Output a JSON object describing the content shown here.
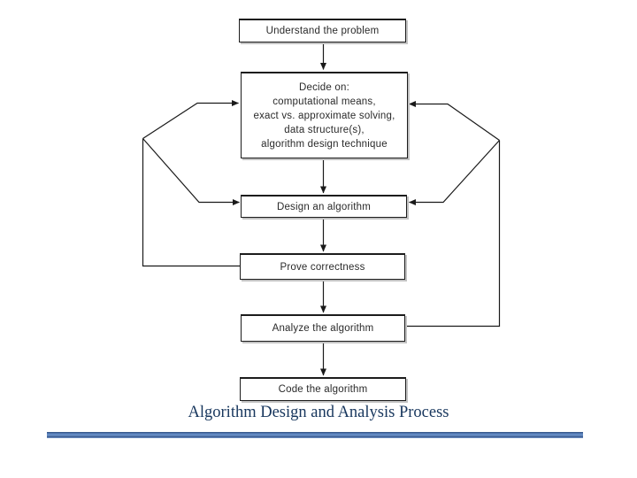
{
  "slide": {
    "caption": "Algorithm Design and Analysis Process",
    "caption_color": "#17365d",
    "divider_bar_color": "#4a74ae",
    "background_color": "#ffffff"
  },
  "flowchart": {
    "line_color": "#1a1a1a",
    "box_border_color": "#1c1c1c",
    "box_shadow_color": "#c2c2c2",
    "boxes": [
      {
        "id": "understand",
        "label": "Understand the problem"
      },
      {
        "id": "decide",
        "lines": [
          "Decide on:",
          "computational means,",
          "exact vs. approximate solving,",
          "data structure(s),",
          "algorithm design technique"
        ]
      },
      {
        "id": "design",
        "label": "Design an algorithm"
      },
      {
        "id": "prove",
        "label": "Prove correctness"
      },
      {
        "id": "analyze",
        "label": "Analyze the algorithm"
      },
      {
        "id": "code",
        "label": "Code the algorithm"
      }
    ]
  }
}
